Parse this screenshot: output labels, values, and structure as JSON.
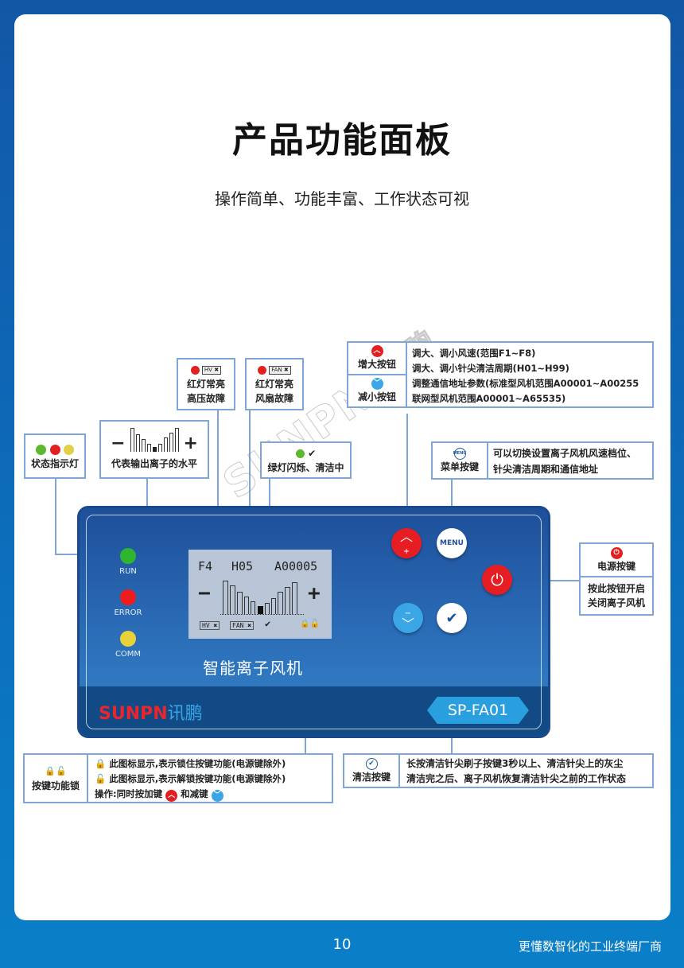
{
  "page": {
    "title": "产品功能面板",
    "subtitle": "操作简单、功能丰富、工作状态可视",
    "page_number": "10",
    "slogan": "更懂数智化的工业终端厂商",
    "watermark": "SUNPN讯鹏",
    "colors": {
      "frame_blue": "#1257a6",
      "footer_blue": "#0a7fc8",
      "callout_border": "#7fa6d6",
      "red": "#e32020",
      "green": "#2fb52f",
      "yellow": "#e8d23a",
      "light_blue": "#3aa6e6"
    }
  },
  "callouts": {
    "status_lights": {
      "label": "状态指示灯"
    },
    "ion_level": {
      "label": "代表输出离子的水平",
      "minus": "−",
      "plus": "+"
    },
    "hv_fault": {
      "tag": "HV ✖",
      "line1": "红灯常亮",
      "line2": "高压故障"
    },
    "fan_fault": {
      "tag": "FAN ✖",
      "line1": "红灯常亮",
      "line2": "风扇故障"
    },
    "cleaning": {
      "label": "绿灯闪烁、清洁中"
    },
    "up_down": {
      "up_label": "增大按钮",
      "down_label": "减小按钮",
      "lines": [
        "调大、调小风速(范围F1~F8)",
        "调大、调小针尖清洁周期(H01~H99)",
        "调整通信地址参数(标准型风机范围A00001~A00255",
        "联网型风机范围A00001~A65535)"
      ]
    },
    "menu": {
      "label": "菜单按键",
      "lines": [
        "可以切换设置离子风机风速档位、",
        "针尖清洁周期和通信地址"
      ]
    },
    "power": {
      "label": "电源按键",
      "lines": [
        "按此按钮开启",
        "关闭离子风机"
      ]
    },
    "key_lock": {
      "label": "按键功能锁",
      "lines": [
        "此图标显示,表示锁住按键功能(电源键除外)",
        "此图标显示,表示解锁按键功能(电源键除外)"
      ],
      "op_prefix": "操作:同时按加键",
      "op_mid": "和减键"
    },
    "clean_key": {
      "label": "清洁按键",
      "lines": [
        "长按清洁针尖刷子按键3秒以上、清洁针尖上的灰尘",
        "清洁完之后、离子风机恢复清洁针尖之前的工作状态"
      ]
    }
  },
  "panel": {
    "leds": [
      {
        "label": "RUN",
        "color": "#2fb52f"
      },
      {
        "label": "ERROR",
        "color": "#e32020"
      },
      {
        "label": "COMM",
        "color": "#e8d23a"
      }
    ],
    "lcd": {
      "fan_speed": "F4",
      "clean_period": "H05",
      "address": "A00005",
      "minus": "−",
      "plus": "+",
      "hv_tag": "HV ✖",
      "fan_tag": "FAN ✖",
      "bars": [
        100,
        85,
        62,
        48,
        30,
        18,
        12,
        22,
        42,
        70,
        88,
        100
      ]
    },
    "product_name": "智能离子风机",
    "brand": "SUNPN",
    "brand_cn": "讯鹏",
    "model": "SP-FA01",
    "buttons": {
      "up": "+",
      "menu": "MENU",
      "power": "⏻",
      "down": "−",
      "clean": "brush"
    }
  }
}
